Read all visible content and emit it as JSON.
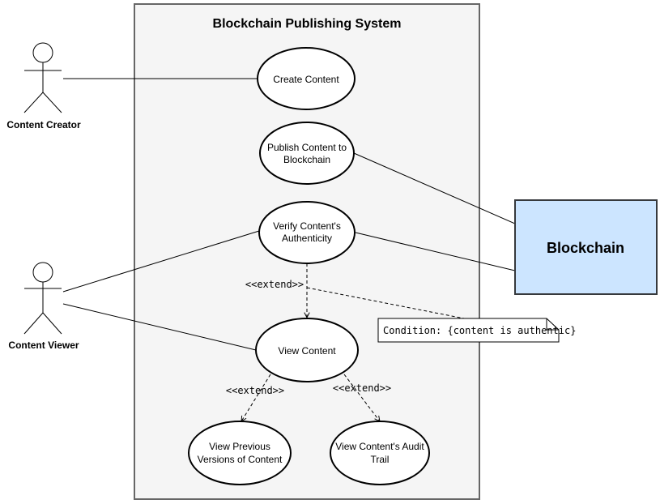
{
  "system": {
    "title": "Blockchain Publishing System"
  },
  "actors": {
    "creator": "Content Creator",
    "viewer": "Content Viewer",
    "blockchain": "Blockchain"
  },
  "use_cases": {
    "create": [
      "Create Content"
    ],
    "publish": [
      "Publish Content to",
      "Blockchain"
    ],
    "verify": [
      "Verify Content's",
      "Authenticity"
    ],
    "view": [
      "View Content"
    ],
    "previous": [
      "View Previous",
      "Versions of Content"
    ],
    "audit": [
      "View Content's Audit",
      "Trail"
    ]
  },
  "relations": {
    "extend_label": "<<extend>>"
  },
  "note": {
    "text": "Condition: {content is authentic}"
  },
  "colors": {
    "system_fill": "#f5f5f5",
    "system_stroke": "#666666",
    "blockchain_fill": "#cce5ff",
    "blockchain_stroke": "#36393d",
    "line": "#000000"
  }
}
